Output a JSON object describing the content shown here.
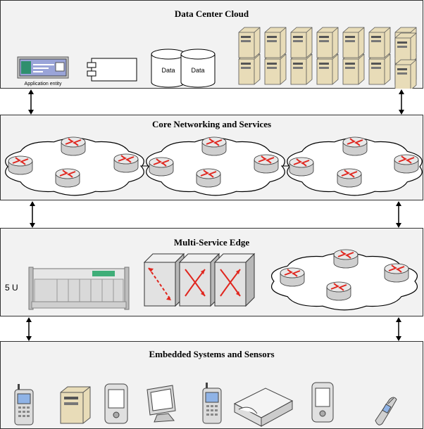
{
  "layers": [
    {
      "title": "Data Center Cloud"
    },
    {
      "title": "Core Networking and Services"
    },
    {
      "title": "Multi-Service Edge"
    },
    {
      "title": "Embedded Systems and Sensors"
    }
  ],
  "data_center": {
    "app_label": "Application entity",
    "db_labels": [
      "Data",
      "Data"
    ]
  },
  "edge": {
    "rack_label": "5 U"
  }
}
